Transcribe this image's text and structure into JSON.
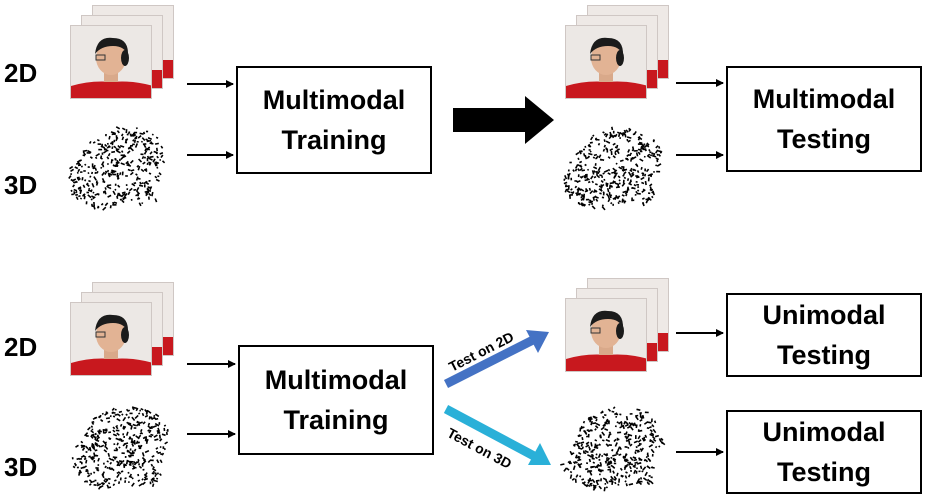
{
  "top": {
    "label_2d": "2D",
    "label_3d": "3D",
    "train_box": {
      "line1": "Multimodal",
      "line2": "Training"
    },
    "test_box": {
      "line1": "Multimodal",
      "line2": "Testing"
    }
  },
  "bottom": {
    "label_2d": "2D",
    "label_3d": "3D",
    "train_box": {
      "line1": "Multimodal",
      "line2": "Training"
    },
    "edge_2d": "Test on 2D",
    "edge_3d": "Test on 3D",
    "test_box_2d": {
      "line1": "Unimodal",
      "line2": "Testing"
    },
    "test_box_3d": {
      "line1": "Unimodal",
      "line2": "Testing"
    }
  },
  "colors": {
    "edge_2d": "#4472c4",
    "edge_3d": "#2ab0d8",
    "shirt": "#c8181e",
    "big_arrow": "#000000"
  },
  "icons": {
    "face_image": "face-photo-stack-icon",
    "point_cloud": "point-cloud-head-icon"
  }
}
